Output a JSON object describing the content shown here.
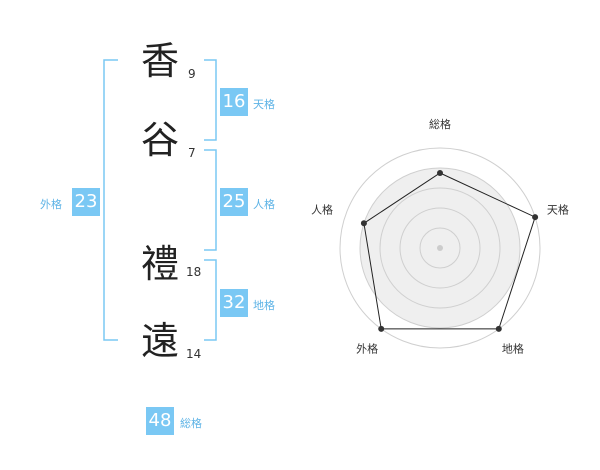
{
  "name": {
    "chars": [
      "香",
      "谷",
      "禮",
      "遠"
    ],
    "strokes": [
      "9",
      "7",
      "18",
      "14"
    ]
  },
  "kaku": {
    "tenkaku": {
      "value": "16",
      "label": "天格"
    },
    "jinkaku": {
      "value": "25",
      "label": "人格"
    },
    "chikaku": {
      "value": "32",
      "label": "地格"
    },
    "gaikaku": {
      "value": "23",
      "label": "外格"
    },
    "soukaku": {
      "value": "48",
      "label": "総格"
    }
  },
  "colors": {
    "accent": "#7ac8f4",
    "accent_text": "#5db3e6",
    "bracket": "#7ac8f4"
  },
  "chart_data": {
    "type": "radar",
    "axes": [
      "総格",
      "天格",
      "地格",
      "外格",
      "人格"
    ],
    "values": [
      0.75,
      1.0,
      1.0,
      1.0,
      0.8
    ],
    "max": 1.0,
    "rings": 4
  }
}
